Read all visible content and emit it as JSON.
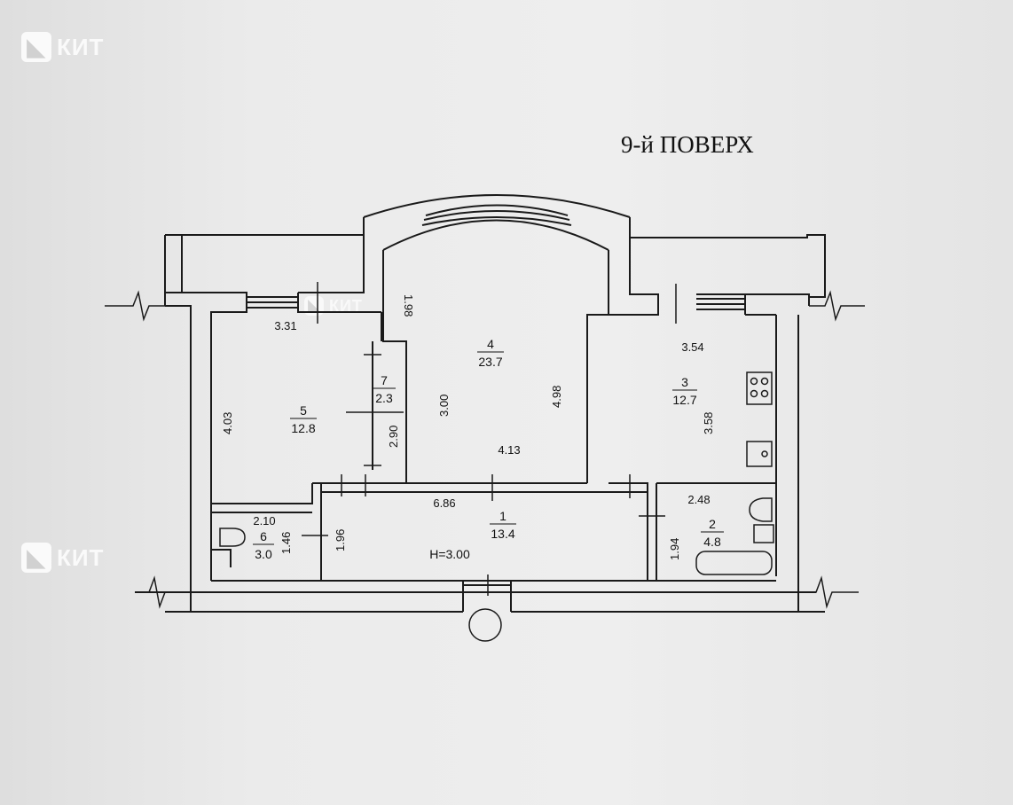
{
  "watermark": {
    "logo_text": "КИТ"
  },
  "title": "9-й ПОВЕРХ",
  "rooms": [
    {
      "id": "1",
      "area": "13.4"
    },
    {
      "id": "2",
      "area": "4.8"
    },
    {
      "id": "3",
      "area": "12.7"
    },
    {
      "id": "4",
      "area": "23.7"
    },
    {
      "id": "5",
      "area": "12.8"
    },
    {
      "id": "6",
      "area": "3.0"
    },
    {
      "id": "7",
      "area": "2.3"
    }
  ],
  "dimensions": {
    "d331": "3.31",
    "d198": "1.98",
    "d403": "4.03",
    "d290": "2.90",
    "d300": "3.00",
    "d498": "4.98",
    "d413": "4.13",
    "d354": "3.54",
    "d358": "3.58",
    "d686": "6.86",
    "d196": "1.96",
    "d210": "2.10",
    "d146": "1.46",
    "d248": "2.48",
    "d194": "1.94"
  },
  "ceiling_height": "H=3.00"
}
